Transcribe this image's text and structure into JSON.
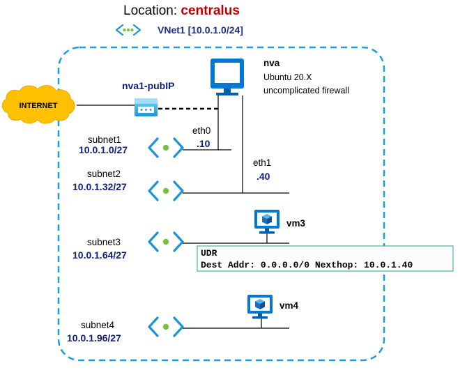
{
  "header": {
    "location_label": "Location: ",
    "location_value": "centralus",
    "vnet_label": "VNet1 [10.0.1.0/24]"
  },
  "internet": {
    "label": "INTERNET"
  },
  "public_ip": {
    "label": "nva1-pubIP"
  },
  "nva": {
    "name": "nva",
    "os": "Ubuntu 20.X",
    "firewall": "uncomplicated firewall"
  },
  "interfaces": [
    {
      "name": "eth0",
      "ip": ".10"
    },
    {
      "name": "eth1",
      "ip": ".40"
    }
  ],
  "subnets": [
    {
      "name": "subnet1",
      "cidr": "10.0.1.0/27"
    },
    {
      "name": "subnet2",
      "cidr": "10.0.1.32/27"
    },
    {
      "name": "subnet3",
      "cidr": "10.0.1.64/27"
    },
    {
      "name": "subnet4",
      "cidr": "10.0.1.96/27"
    }
  ],
  "vms": [
    {
      "name": "vm3"
    },
    {
      "name": "vm4"
    }
  ],
  "udr": {
    "title": "UDR",
    "route": "Dest Addr: 0.0.0.0/0 Nexthop: 10.0.1.40"
  },
  "colors": {
    "vnet_border": "#1b9ee0",
    "location_accent": "#c00000",
    "label_blue": "#14207a",
    "cloud_fill": "#ffc000",
    "icon_blue": "#0078d4",
    "subnet_dot": "#7ac043",
    "udr_border": "#2e9e8a",
    "udr_fill": "#fbfdfd"
  },
  "icons": {
    "vnet": "vnet-icon",
    "subnet": "subnet-icon",
    "monitor": "monitor-icon",
    "vm": "vm-icon",
    "public_ip": "public-ip-icon",
    "cloud": "cloud-icon"
  }
}
